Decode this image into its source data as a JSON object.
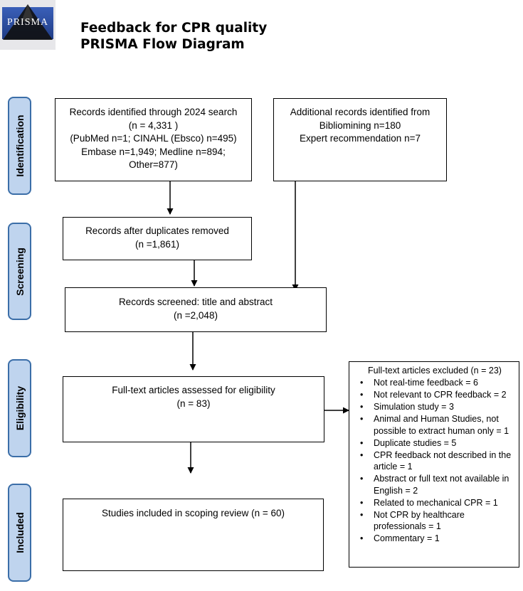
{
  "logo": {
    "text": "PRISMA"
  },
  "header": {
    "title_line1": "Feedback for CPR quality",
    "title_line2": "PRISMA Flow Diagram"
  },
  "stages": {
    "identification": "Identification",
    "screening": "Screening",
    "eligibility": "Eligibility",
    "included": "Included"
  },
  "boxes": {
    "identified": {
      "lines": [
        "Records identified through 2024 search",
        "(n = 4,331 )",
        "(PubMed n=1; CINAHL (Ebsco) n=495)",
        "Embase n=1,949; Medline n=894;",
        "Other=877)"
      ]
    },
    "additional": {
      "lines": [
        "Additional records identified from",
        "Bibliomining n=180",
        "Expert recommendation n=7"
      ]
    },
    "duplicates_removed": {
      "lines": [
        "Records after duplicates removed",
        "(n =1,861)"
      ]
    },
    "screened": {
      "lines": [
        "Records screened: title and abstract",
        "(n =2,048)"
      ]
    },
    "fulltext_assessed": {
      "lines": [
        "Full-text articles assessed for eligibility",
        "(n = 83)"
      ]
    },
    "included": {
      "lines": [
        "Studies included in scoping review (n = 60)"
      ]
    },
    "excluded": {
      "title": "Full-text articles excluded (n = 23)",
      "items": [
        "Not real-time feedback = 6",
        "Not relevant to CPR feedback = 2",
        "Simulation study = 3",
        "Animal and Human Studies, not possible to extract human only = 1",
        "Duplicate studies = 5",
        "CPR feedback not described in the article = 1",
        "Abstract or full text not available in English = 2",
        "Related to mechanical CPR = 1",
        "Not CPR by healthcare professionals = 1",
        "Commentary = 1"
      ]
    }
  }
}
